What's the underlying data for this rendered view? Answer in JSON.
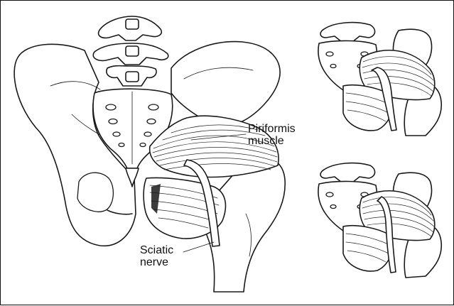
{
  "labels": {
    "piriformis_line1": "Piriformis",
    "piriformis_line2": "muscle",
    "sciatic_line1": "Sciatic",
    "sciatic_line2": "nerve"
  },
  "colors": {
    "ink": "#1a1a1a",
    "paper": "#ffffff"
  },
  "panels": [
    "main-pelvis-view",
    "inset-variant-top",
    "inset-variant-bottom"
  ]
}
